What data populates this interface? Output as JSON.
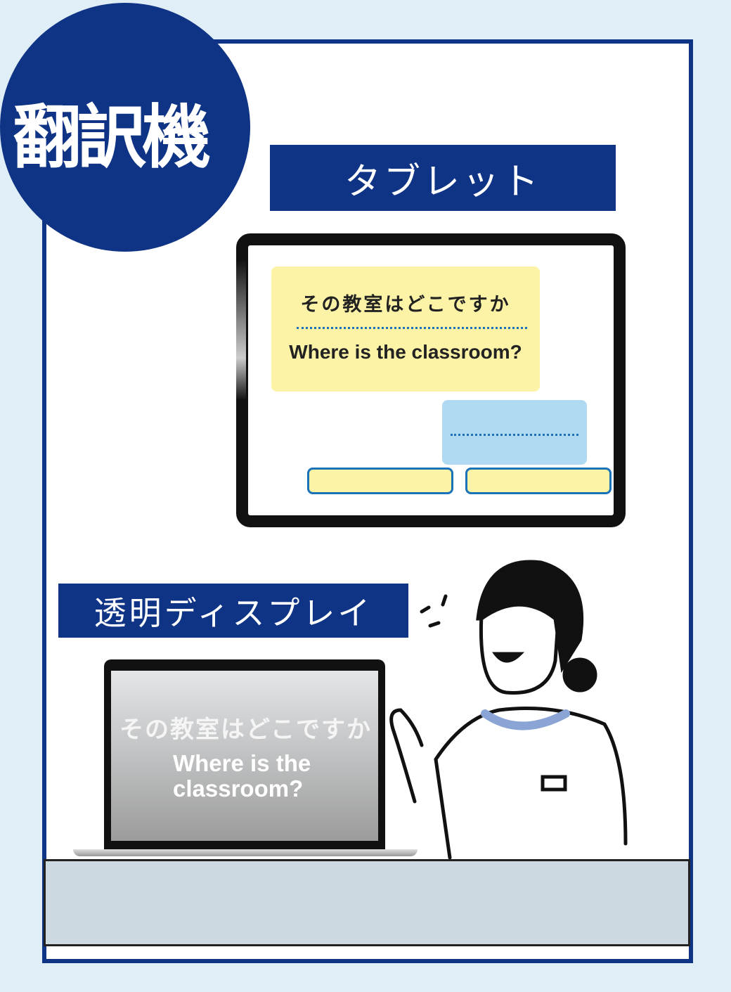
{
  "title": "翻訳機",
  "sections": {
    "tablet": {
      "label": "タブレット",
      "japanese_text": "その教室はどこですか",
      "english_text": "Where is the classroom?"
    },
    "transparent_display": {
      "label": "透明ディスプレイ",
      "japanese_text": "その教室はどこですか",
      "english_line1": "Where is the",
      "english_line2": "classroom?"
    }
  },
  "colors": {
    "navy": "#0f3385",
    "background": "#e0eef8",
    "yellow": "#fdf3a6",
    "light_blue": "#b0daf2"
  }
}
